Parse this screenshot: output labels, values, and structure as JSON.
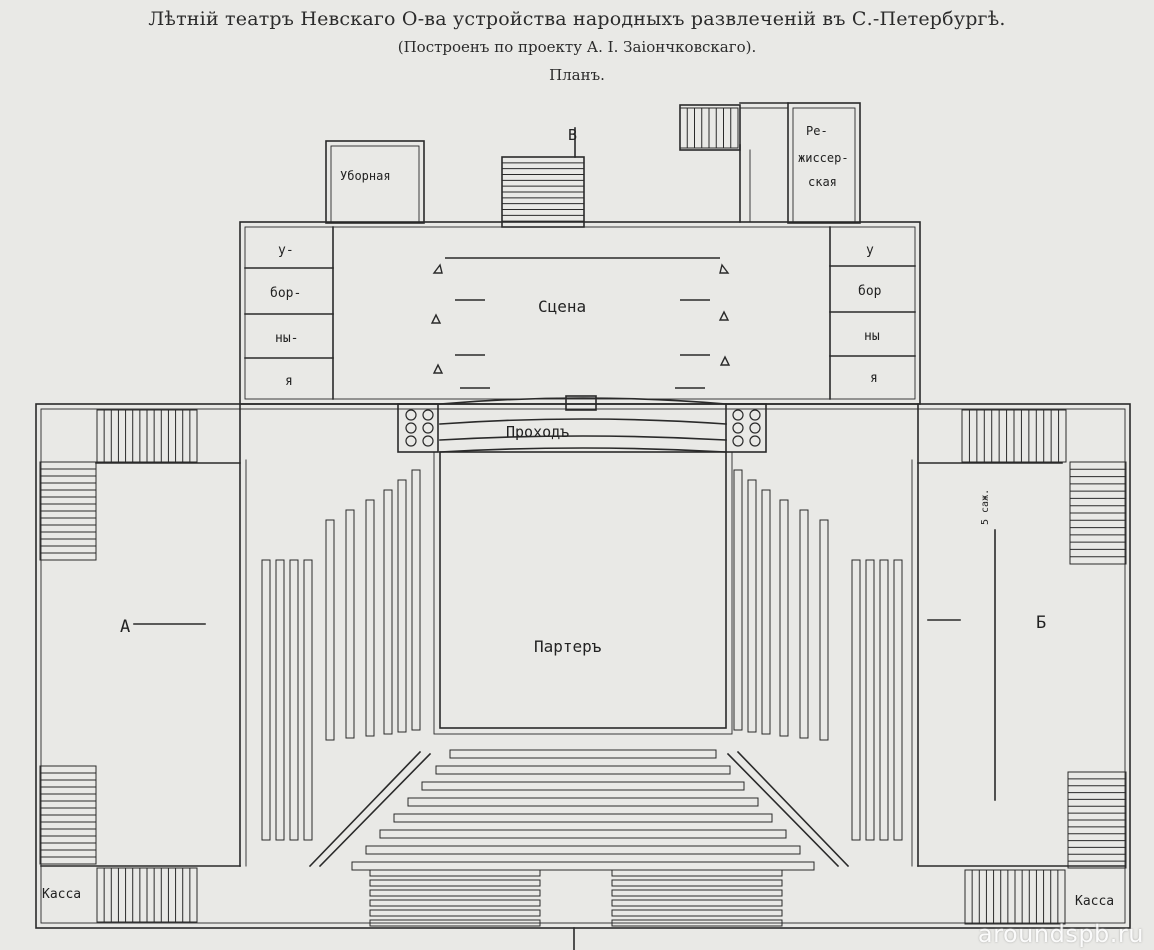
{
  "header": {
    "title": "Лѣтній театръ Невскаго О-ва устройства народныхъ развлеченій въ С.-Петербургѣ.",
    "subtitle": "(Построенъ по проекту А. І. Заіончковскаго).",
    "plan_label": "Планъ."
  },
  "rooms": {
    "stage": "Сцена",
    "passage": "Проходъ",
    "parterre": "Партеръ",
    "dressing_top": "Уборная",
    "director": [
      "Ре-",
      "жиссер-",
      "ская"
    ],
    "dressing_left": [
      "у-",
      "бор-",
      "ны-",
      "я"
    ],
    "dressing_right": [
      "у",
      "бор",
      "ны",
      "я"
    ],
    "box_office_left": "Касса",
    "box_office_right": "Касса"
  },
  "markers": {
    "a": "А",
    "b": "Б",
    "v": "В"
  },
  "scale": {
    "label": "5 саж."
  },
  "watermark": "aroundspb.ru",
  "colors": {
    "paper": "#e9e9e6",
    "ink": "#2a2a2a"
  }
}
